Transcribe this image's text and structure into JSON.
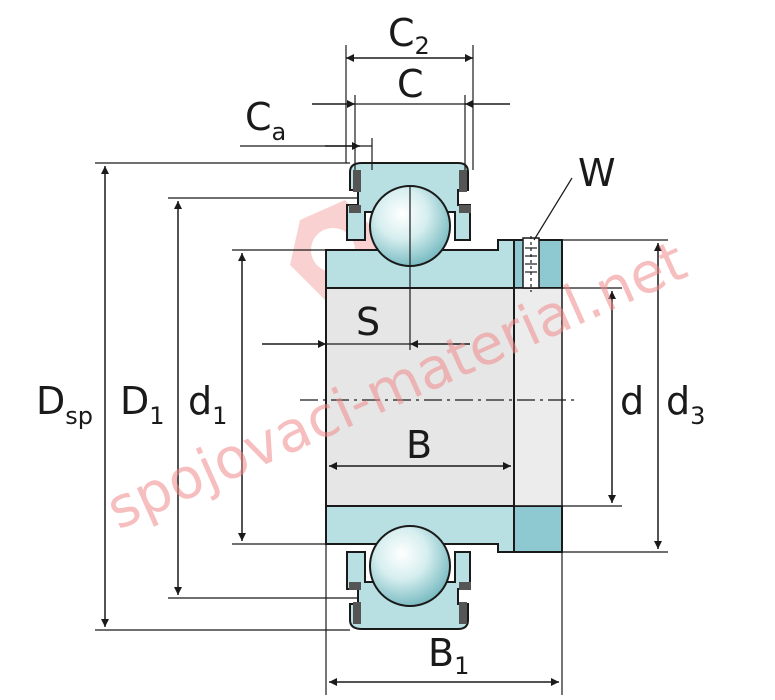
{
  "watermark": {
    "text": "spojovaci-material.net",
    "logo_icon": "hexagon-nut-icon"
  },
  "labels": {
    "C2_main": "C",
    "C2_sub": "2",
    "C": "C",
    "Ca_main": "C",
    "Ca_sub": "a",
    "W": "W",
    "S": "S",
    "B": "B",
    "B1_main": "B",
    "B1_sub": "1",
    "Dsp_main": "D",
    "Dsp_sub": "sp",
    "D1_main": "D",
    "D1_sub": "1",
    "d1_main": "d",
    "d1_sub": "1",
    "d": "d",
    "d3_main": "d",
    "d3_sub": "3"
  },
  "colors": {
    "ring": "#b8e0e3",
    "bore": "#e8e8e8",
    "collar": "#8ec8d1",
    "ball_light": "#f4fbfb",
    "ball_dark": "#6fb6bd",
    "seal": "#555555",
    "watermark": "#f08a8a"
  }
}
